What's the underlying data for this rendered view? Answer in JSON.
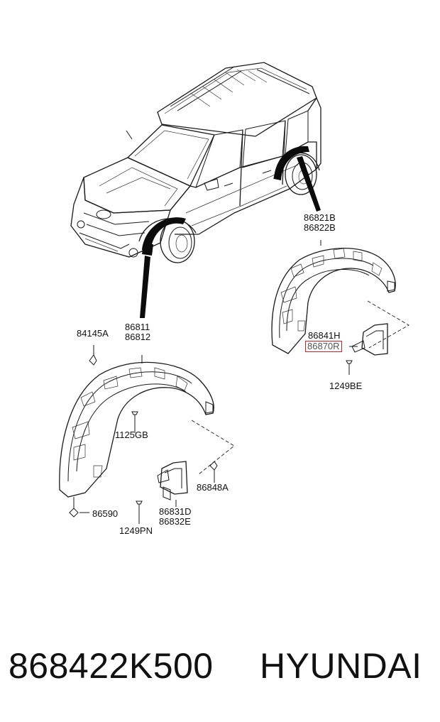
{
  "parts": {
    "front_liner": [
      "86811",
      "86812"
    ],
    "rear_liner": [
      "86821B",
      "86822B"
    ],
    "rear_flap_a": "86841H",
    "rear_flap_b": "86870R",
    "clip_top": "84145A",
    "screw_front": "1125GB",
    "flap_front": [
      "86831D",
      "86832E"
    ],
    "nut_flap": "86848A",
    "clip_bottom": "86590",
    "screw_flap": "1249PN",
    "screw_rear": "1249BE"
  },
  "highlight_color": "#d62020",
  "footer": {
    "part_number": "868422K500",
    "brand": "HYUNDAI"
  }
}
